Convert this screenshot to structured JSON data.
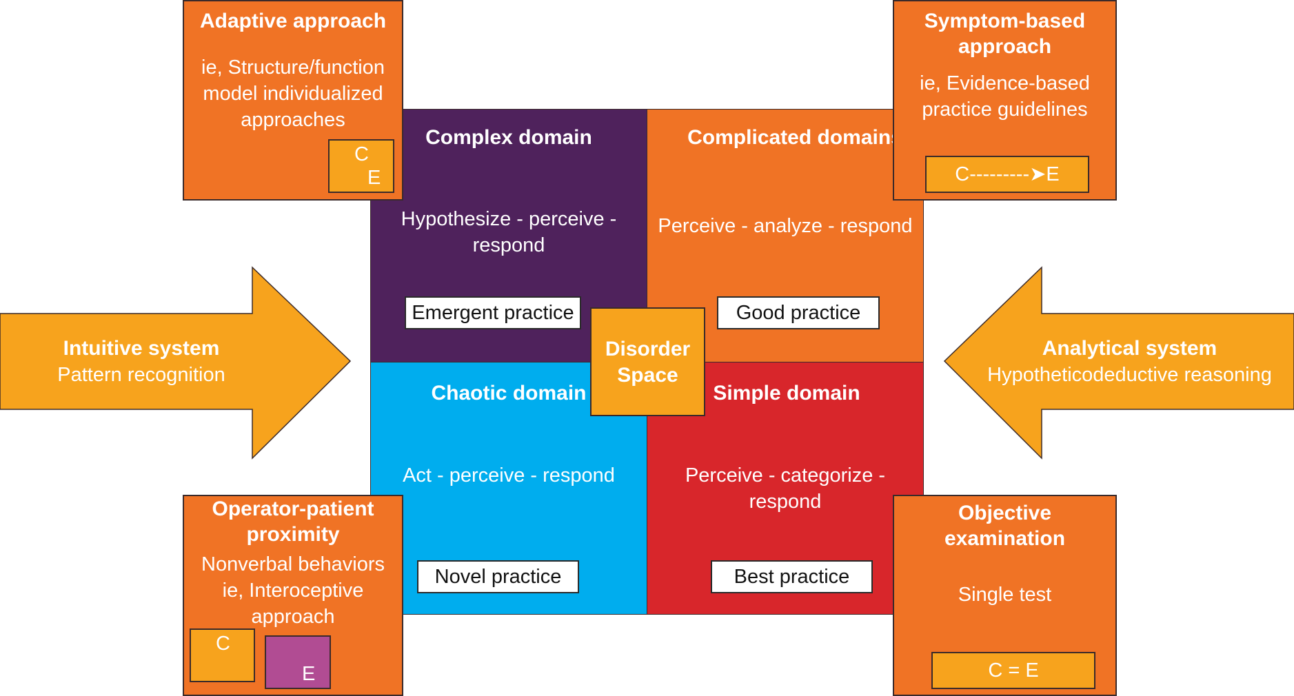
{
  "colors": {
    "orange": "#f07325",
    "amber": "#f7a31d",
    "purple": "#4f225c",
    "blue": "#00adee",
    "red": "#d8262b",
    "magenta": "#b14c93"
  },
  "quadrants": {
    "complex": {
      "title": "Complex domain",
      "text": "Hypothesize - perceive - respond",
      "practice": "Emergent practice"
    },
    "complicated": {
      "title": "Complicated domains",
      "text": "Perceive - analyze - respond",
      "practice": "Good practice"
    },
    "chaotic": {
      "title": "Chaotic domain",
      "text": "Act - perceive - respond",
      "practice": "Novel practice"
    },
    "simple": {
      "title": "Simple domain",
      "text": "Perceive - categorize - respond",
      "practice": "Best practice"
    }
  },
  "disorder": {
    "line1": "Disorder",
    "line2": "Space"
  },
  "arrows": {
    "left": {
      "title": "Intuitive system",
      "subtitle": "Pattern recognition"
    },
    "right": {
      "title": "Analytical system",
      "subtitle": "Hypotheticodeductive reasoning"
    }
  },
  "corners": {
    "top_left": {
      "title": "Adaptive approach",
      "lines": [
        "ie, Structure/function",
        "model individualized",
        "approaches"
      ],
      "badge_c": "C",
      "badge_e": "E"
    },
    "top_right": {
      "title_lines": [
        "Symptom-based",
        "approach"
      ],
      "lines": [
        "ie, Evidence-based",
        "practice guidelines"
      ],
      "badge": "C---------➤E"
    },
    "bottom_left": {
      "title_lines": [
        "Operator-patient",
        "proximity"
      ],
      "lines": [
        "Nonverbal behaviors",
        "ie, Interoceptive",
        "approach"
      ],
      "badge_c": "C",
      "badge_e": "E"
    },
    "bottom_right": {
      "title_lines": [
        "Objective",
        "examination"
      ],
      "text": "Single test",
      "badge": "C = E"
    }
  }
}
